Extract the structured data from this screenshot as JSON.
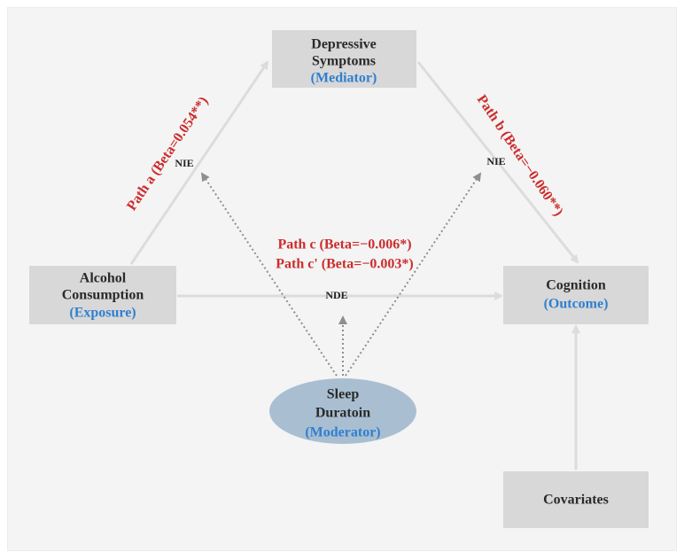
{
  "nodes": {
    "mediator": {
      "line1": "Depressive",
      "line2": "Symptoms",
      "role": "(Mediator)"
    },
    "exposure": {
      "line1": "Alcohol",
      "line2": "Consumption",
      "role": "(Exposure)"
    },
    "outcome": {
      "line1": "Cognition",
      "role": "(Outcome)"
    },
    "moderator": {
      "line1": "Sleep",
      "line2": "Duratoin",
      "role": "(Moderator)"
    },
    "covariates": {
      "line1": "Covariates"
    }
  },
  "paths": {
    "a": "Path a (Beta=0.054**)",
    "b": "Path b (Beta=−0.060**)",
    "c": "Path c (Beta=−0.006*)",
    "c_prime": "Path c' (Beta=−0.003*)"
  },
  "effects": {
    "nie_left": "NIE",
    "nie_right": "NIE",
    "nde": "NDE"
  },
  "colors": {
    "background": "#f4f4f4",
    "box": "#d8d8d8",
    "moderator": "#a9bfd1",
    "path_label": "#cc2d2d",
    "role_label": "#2f7fd0",
    "solid_edge": "#dcdcdc",
    "dotted_edge": "#8f8f8f"
  }
}
